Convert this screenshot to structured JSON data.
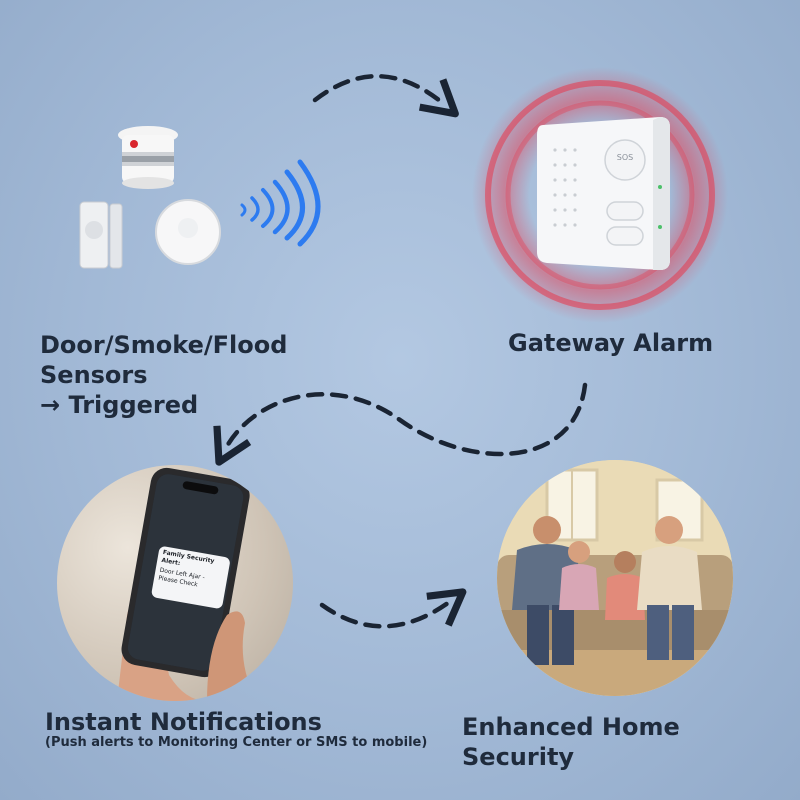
{
  "steps": [
    {
      "title_line1": "Door/Smoke/Flood Sensors",
      "title_line2": "→ Triggered"
    },
    {
      "title": "Gateway Alarm",
      "button_label": "SOS"
    },
    {
      "title": "Instant Notifications",
      "subtitle": "(Push alerts to Monitoring Center or SMS to mobile)",
      "phone": {
        "notif_title": "Family Security Alert:",
        "notif_line1": "Door Left Ajar -",
        "notif_line2": "Please Check"
      }
    },
    {
      "title": "Enhanced Home Security"
    }
  ],
  "colors": {
    "background": "#a2b9d6",
    "arrow": "#1a2433",
    "alarm_glow": "#e8374a",
    "signal": "#2d7bf0",
    "text": "#1f2b3c"
  },
  "icons": [
    "smoke-detector-icon",
    "door-sensor-icon",
    "flood-sensor-icon",
    "wifi-signal-icon",
    "gateway-device-icon",
    "smartphone-icon",
    "family-photo"
  ]
}
